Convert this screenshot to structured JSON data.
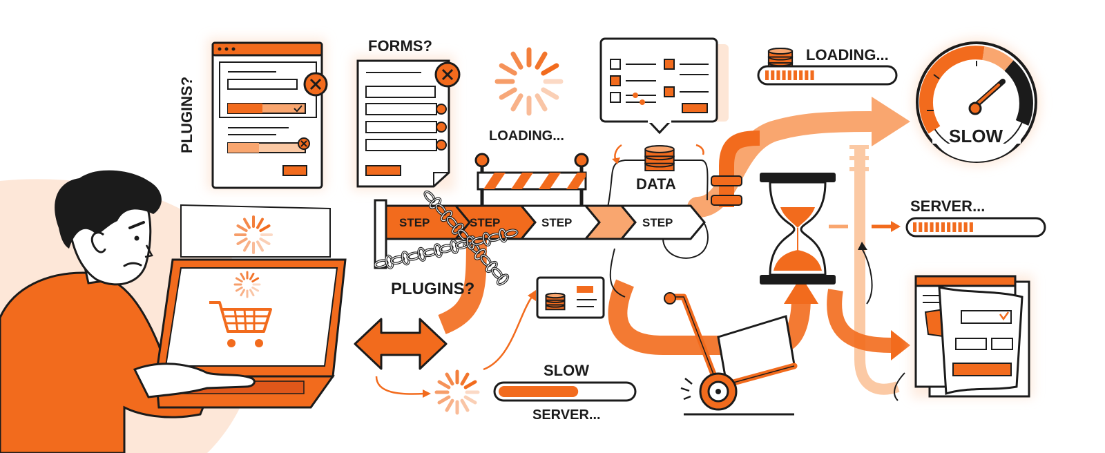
{
  "labels": {
    "plugins_vertical": "PLUGINS?",
    "forms": "FORMS?",
    "loading_center": "LOADING...",
    "loading_top": "LOADING...",
    "data": "DATA",
    "slow_gauge": "SLOW",
    "server_right": "SERVER...",
    "plugins_mid": "PLUGINS?",
    "slow_bottom": "SLOW",
    "server_bottom": "SERVER..."
  },
  "steps": [
    "STEP",
    "STEP",
    "STEP",
    "STEP"
  ],
  "progress": {
    "loading_top": 0.4,
    "server_right": 0.48,
    "slow_bottom": 0.6
  },
  "colors": {
    "accent": "#f26b1d",
    "accent_light": "#f9a66f",
    "accent_pale": "#fde3d1",
    "ink": "#1b1b1b",
    "paper": "#ffffff"
  },
  "icons": [
    "shopping-cart-icon",
    "database-icon",
    "hourglass-icon",
    "speedometer-icon",
    "chain-icon",
    "barrier-icon",
    "spinner-icon",
    "close-icon"
  ]
}
